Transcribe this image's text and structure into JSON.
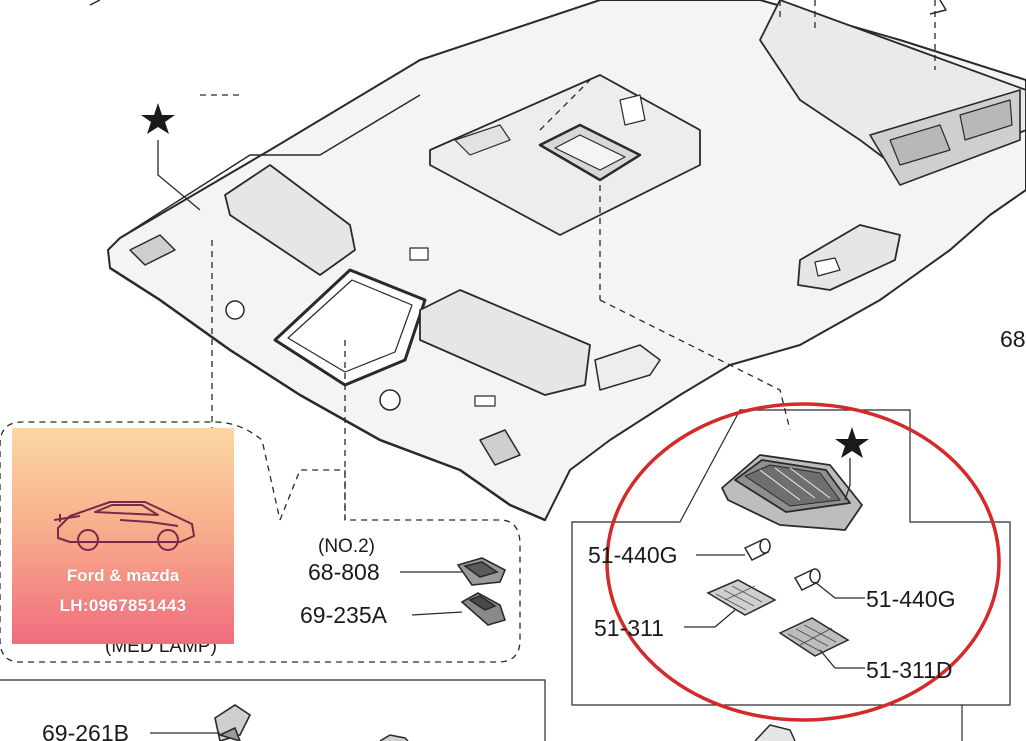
{
  "labels": {
    "lamp_group_tag": "(NO.2)",
    "p68_808": "68-808",
    "p69_235A": "69-235A",
    "p51_440G_a": "51-440G",
    "p51_440G_b": "51-440G",
    "p51_311": "51-311",
    "p51_311D": "51-311D",
    "p69_261B": "69-261B",
    "p68_partial": "68",
    "lamp_caption": "(MED LAMP)"
  },
  "badge": {
    "title": "Ford & mazda",
    "phone": "LH:0967851443"
  },
  "colors": {
    "line": "#2a2a2a",
    "highlight": "#d42a2a",
    "headliner_fill": "#f4f4f4"
  },
  "icons": {
    "star": "star-icon",
    "logo": "sports-car-icon"
  }
}
